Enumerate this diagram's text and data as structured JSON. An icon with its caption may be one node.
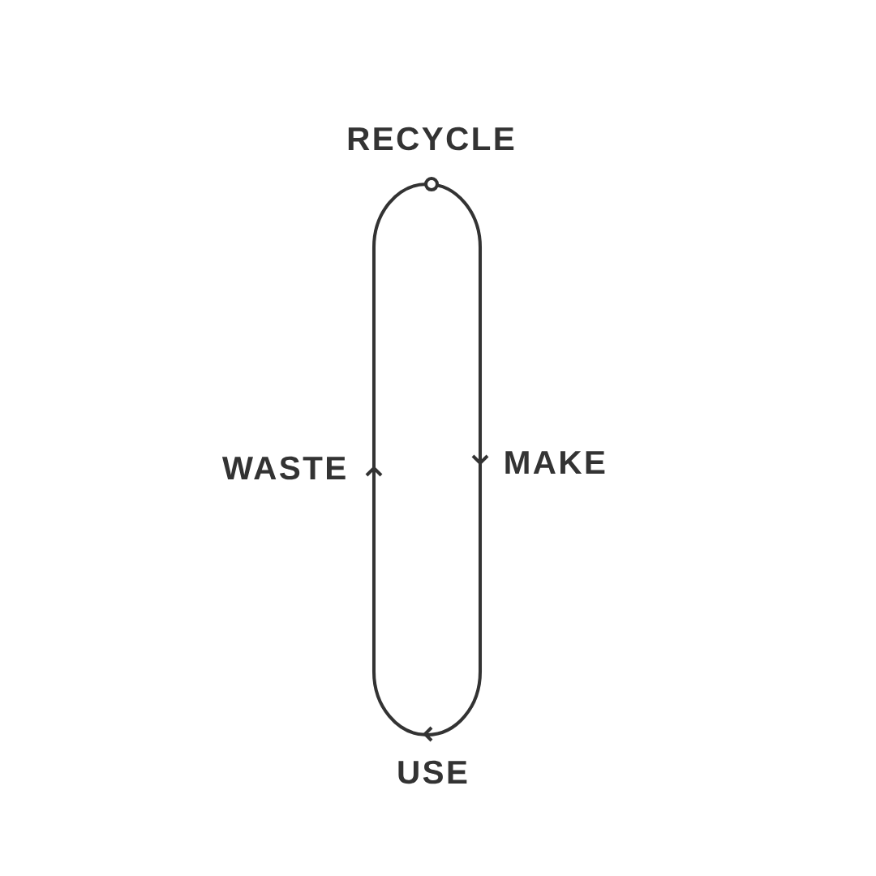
{
  "diagram": {
    "labels": [
      "RECYCLE",
      "WASTE",
      "MAKE",
      "USE"
    ]
  }
}
